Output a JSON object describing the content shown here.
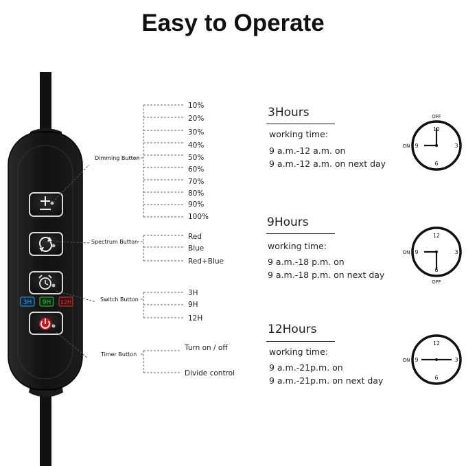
{
  "title": "Easy to Operate",
  "buttons": {
    "dimming": "Dimming Button",
    "spectrum": "Spectrum Button",
    "switch": "Switch Button",
    "timer": "Timer Button"
  },
  "dimming_levels": [
    "10%",
    "20%",
    "30%",
    "40%",
    "50%",
    "60%",
    "70%",
    "80%",
    "90%",
    "100%"
  ],
  "spectrum_options": [
    "Red",
    "Blue",
    "Red+Blue"
  ],
  "switch_options": [
    "3H",
    "9H",
    "12H"
  ],
  "timer_options": [
    "Turn on / off",
    "Divide control"
  ],
  "indicators": [
    {
      "label": "3H",
      "color": "#3aa0e8"
    },
    {
      "label": "9H",
      "color": "#3cc24a"
    },
    {
      "label": "12H",
      "color": "#e03a3a"
    }
  ],
  "schedules": [
    {
      "heading": "3Hours",
      "label": "working time:",
      "line1": "9 a.m.-12 a.m. on",
      "line2": "9 a.m.-12 a.m. on next day"
    },
    {
      "heading": "9Hours",
      "label": "working time:",
      "line1": "9 a.m.-18 p.m. on",
      "line2": "9 a.m.-18 p.m. on next day"
    },
    {
      "heading": "12Hours",
      "label": "working time:",
      "line1": "9 a.m.-21p.m. on",
      "line2": "9 a.m.-21p.m. on next day"
    }
  ],
  "clock_labels": {
    "top": "OFF",
    "left": "ON",
    "bottom": "OFF"
  },
  "clock_numbers": [
    "12",
    "3",
    "6",
    "9"
  ]
}
